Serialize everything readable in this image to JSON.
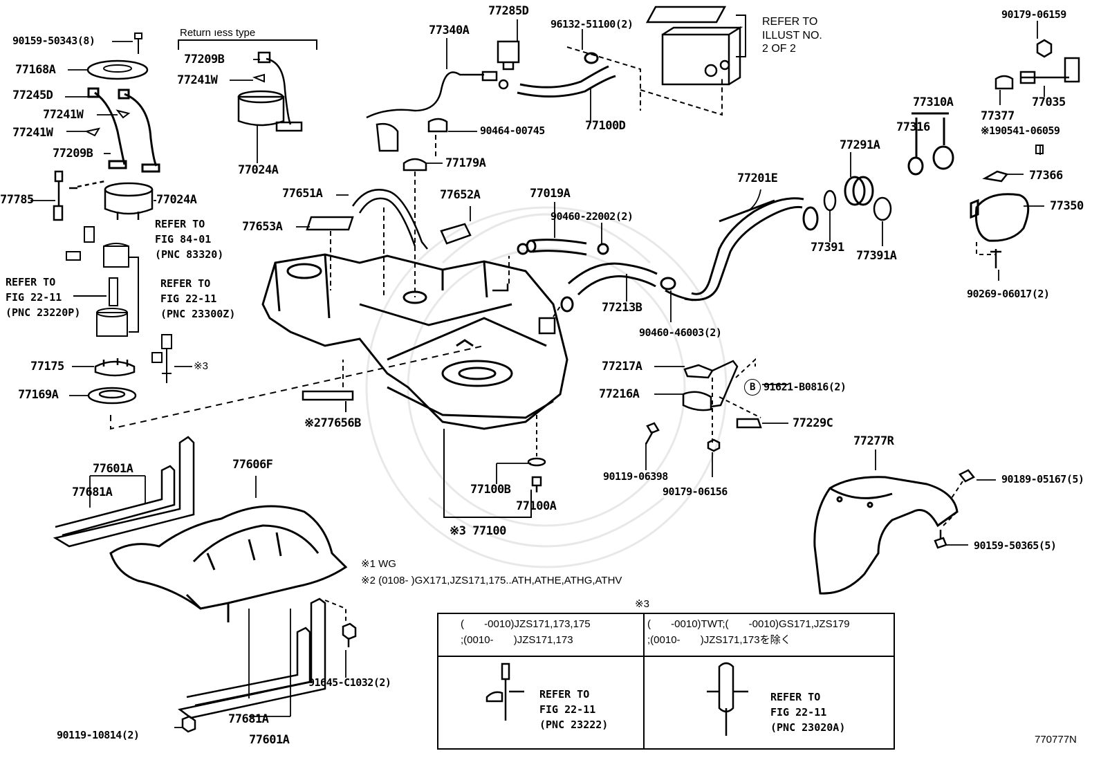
{
  "returnless_label": "Return ıess type",
  "refer_illust": [
    "REFER TO",
    "ILLUST NO.",
    "2 OF 2"
  ],
  "parts": {
    "p90159_50343": "90159-50343(8)",
    "p77168A": "77168A",
    "p77245D": "77245D",
    "p77241W_a": "77241W",
    "p77241W_b": "77241W",
    "p77209B_a": "77209B",
    "p77209B_b": "77209B",
    "p77241W_c": "77241W",
    "p77024A_a": "77024A",
    "p77024A_b": "77024A",
    "p77785": "77785",
    "p77340A": "77340A",
    "p77285D": "77285D",
    "p96132_51100": "96132-51100(2)",
    "p77100D": "77100D",
    "p90464_00745": "90464-00745",
    "p77179A": "77179A",
    "p77651A": "77651A",
    "p77652A": "77652A",
    "p77653A": "77653A",
    "p77019A": "77019A",
    "p90460_22002": "90460-22002(2)",
    "p77201E": "77201E",
    "p77213B": "77213B",
    "p90460_46003": "90460-46003(2)",
    "p77291A": "77291A",
    "p77391": "77391",
    "p77391A": "77391A",
    "p77310A": "77310A",
    "p77316": "77316",
    "p90179_06159": "90179-06159",
    "p77377": "77377",
    "p77035": "77035",
    "p90541": "※190541-06059",
    "p77366": "77366",
    "p77350": "77350",
    "p90269_06017": "90269-06017(2)",
    "p77175": "77175",
    "p77169A": "77169A",
    "p277656B": "※277656B",
    "p77217A": "77217A",
    "p77216A": "77216A",
    "p91621": "91621-B0816(2)",
    "p77229C": "77229C",
    "p90119_06398": "90119-06398",
    "p90179_06156": "90179-06156",
    "p77100B": "77100B",
    "p77100A": "77100A",
    "p77100": "※3 77100",
    "p77277R": "77277R",
    "p90189_05167": "90189-05167(5)",
    "p90159_50365": "90159-50365(5)",
    "p77601A_a": "77601A",
    "p77681A_a": "77681A",
    "p77606F": "77606F",
    "p91645": "91645-C1032(2)",
    "p77681A_b": "77681A",
    "p77601A_b": "77601A",
    "p90119_10814": "90119-10814(2)",
    "star3_mark": "※3"
  },
  "refs": {
    "fig84": "REFER TO\nFIG 84-01\n(PNC 83320)",
    "fig22_left": "REFER TO\nFIG 22-11\n(PNC 23220P)",
    "fig22_mid": "REFER TO\nFIG 22-11\n(PNC 23300Z)"
  },
  "notes": {
    "n1": "※1 WG",
    "n2": "※2 (0108-      )GX171,JZS171,175..ATH,ATHE,ATHG,ATHV"
  },
  "table": {
    "title": "※3",
    "col1_header": "(       -0010)JZS171,173,175\n;(0010-       )JZS171,173",
    "col2_header": "(       -0010)TWT;(       -0010)GS171,JZS179\n;(0010-       )JZS171,173を除く",
    "col1_ref": "REFER TO\nFIG 22-11\n(PNC 23222)",
    "col2_ref": "REFER TO\nFIG 22-11\n(PNC 23020A)"
  },
  "diagram_code": "770777N"
}
